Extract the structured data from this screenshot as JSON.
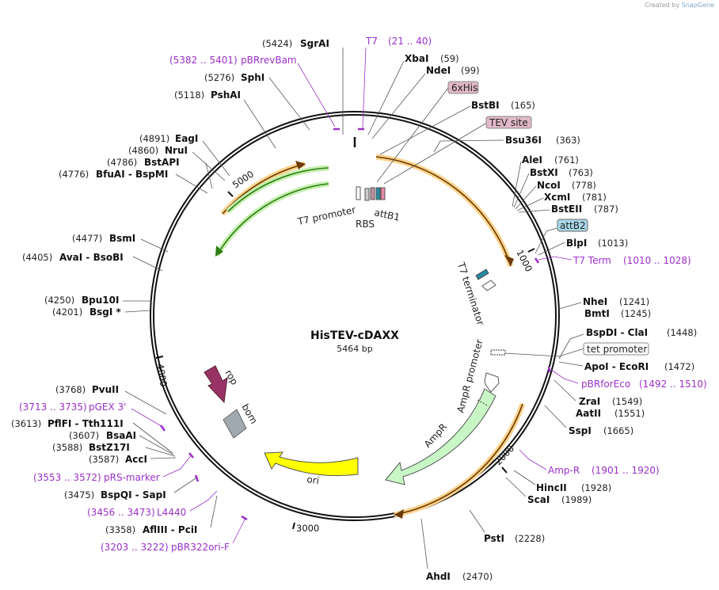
{
  "credit": {
    "prefix": "Created by",
    "brand": "SnapGene"
  },
  "map": {
    "name": "HisTEV-cDAXX",
    "length": "5464 bp"
  },
  "ticks": [
    "1000",
    "2000",
    "3000",
    "4000",
    "5000"
  ],
  "sites": {
    "sgrai": {
      "name": "SgrAI",
      "pos": "(5424)"
    },
    "xbai": {
      "name": "XbaI",
      "pos": "(59)"
    },
    "ndei": {
      "name": "NdeI",
      "pos": "(99)"
    },
    "bstbi": {
      "name": "BstBI",
      "pos": "(165)"
    },
    "bsu36i": {
      "name": "Bsu36I",
      "pos": "(363)"
    },
    "alei": {
      "name": "AleI",
      "pos": "(761)"
    },
    "bstxi": {
      "name": "BstXI",
      "pos": "(763)"
    },
    "ncoi": {
      "name": "NcoI",
      "pos": "(778)"
    },
    "xcmi": {
      "name": "XcmI",
      "pos": "(781)"
    },
    "bsteii": {
      "name": "BstEII",
      "pos": "(787)"
    },
    "blpi": {
      "name": "BlpI",
      "pos": "(1013)"
    },
    "nhei": {
      "name": "NheI",
      "pos": "(1241)"
    },
    "bmti": {
      "name": "BmtI",
      "pos": "(1245)"
    },
    "bspdi": {
      "name": "BspDI - ClaI",
      "pos": "(1448)"
    },
    "apoi": {
      "name": "ApoI - EcoRI",
      "pos": "(1472)"
    },
    "zrai": {
      "name": "ZraI",
      "pos": "(1549)"
    },
    "aatii": {
      "name": "AatII",
      "pos": "(1551)"
    },
    "sspi": {
      "name": "SspI",
      "pos": "(1665)"
    },
    "hincii": {
      "name": "HincII",
      "pos": "(1928)"
    },
    "scai": {
      "name": "ScaI",
      "pos": "(1989)"
    },
    "psti": {
      "name": "PstI",
      "pos": "(2228)"
    },
    "ahdi": {
      "name": "AhdI",
      "pos": "(2470)"
    },
    "sphi": {
      "name": "SphI",
      "pos": "(5276)"
    },
    "pshai": {
      "name": "PshAI",
      "pos": "(5118)"
    },
    "eagi": {
      "name": "EagI",
      "pos": "(4891)"
    },
    "nrui": {
      "name": "NruI",
      "pos": "(4860)"
    },
    "bstapi": {
      "name": "BstAPI",
      "pos": "(4786)"
    },
    "bfuai": {
      "name": "BfuAI - BspMI",
      "pos": "(4776)"
    },
    "bsmi": {
      "name": "BsmI",
      "pos": "(4477)"
    },
    "avai": {
      "name": "AvaI - BsoBI",
      "pos": "(4405)"
    },
    "bpu10i": {
      "name": "Bpu10I",
      "pos": "(4250)"
    },
    "bsgi": {
      "name": "BsgI *",
      "pos": "(4201)"
    },
    "pvuii": {
      "name": "PvuII",
      "pos": "(3768)"
    },
    "pflfi": {
      "name": "PflFI - Tth111I",
      "pos": "(3613)"
    },
    "bsaai": {
      "name": "BsaAI",
      "pos": "(3607)"
    },
    "bstz17i": {
      "name": "BstZ17I",
      "pos": "(3588)"
    },
    "acci": {
      "name": "AccI",
      "pos": "(3587)"
    },
    "bspqi": {
      "name": "BspQI - SapI",
      "pos": "(3475)"
    },
    "afliii": {
      "name": "AflIII - PciI",
      "pos": "(3358)"
    }
  },
  "primers": {
    "t7": {
      "name": "T7",
      "range": "(21 .. 40)"
    },
    "pbrrevbam": {
      "name": "pBRrevBam",
      "range": "(5382 .. 5401)"
    },
    "t7term": {
      "name": "T7 Term",
      "range": "(1010 .. 1028)"
    },
    "pbrforeco": {
      "name": "pBRforEco",
      "range": "(1492 .. 1510)"
    },
    "ampr": {
      "name": "Amp-R",
      "range": "(1901 .. 1920)"
    },
    "pgex3": {
      "name": "pGEX 3'",
      "range": "(3713 .. 3735)"
    },
    "prsmarker": {
      "name": "pRS-marker",
      "range": "(3553 .. 3572)"
    },
    "l4440": {
      "name": "L4440",
      "range": "(3456 .. 3473)"
    },
    "pbr322orif": {
      "name": "pBR322ori-F",
      "range": "(3203 .. 3222)"
    }
  },
  "boxed": {
    "his6": "6xHis",
    "tev": "TEV site",
    "attb2": "attB2",
    "tetprom": "tet promoter"
  },
  "features": {
    "t7promoter": "T7 promoter",
    "rbs": "RBS",
    "attb1": "attB1",
    "t7terminator": "T7 terminator",
    "amprpromoter": "AmpR promoter",
    "ampr": "AmpR",
    "ori": "ori",
    "rop": "rop",
    "bom": "bom"
  },
  "colors": {
    "orf": "#f5a623",
    "green": "#3a9a1a",
    "amp": "#c8f7c5",
    "ori": "#ffff00",
    "rop": "#993366",
    "bom": "#a0a8b0",
    "primer": "#9b30c9",
    "his": "#e0b8c8",
    "attb": "#a8d8e8"
  }
}
